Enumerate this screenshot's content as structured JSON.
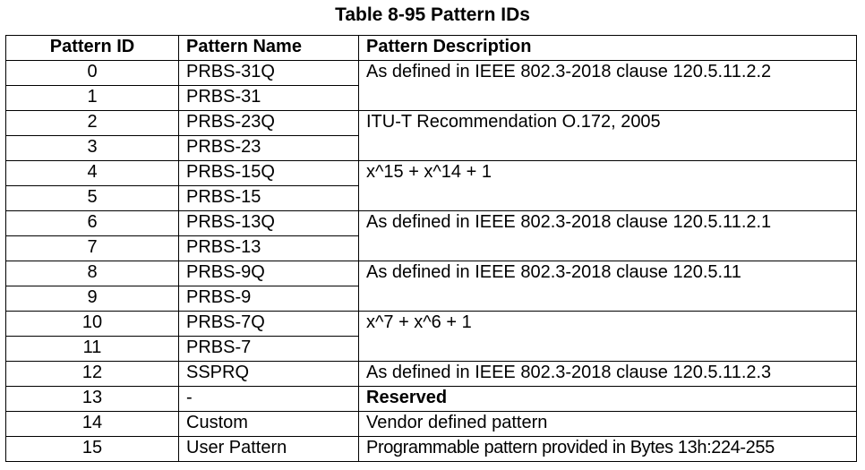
{
  "title": "Table 8-95 Pattern IDs",
  "headers": {
    "id": "Pattern ID",
    "name": "Pattern Name",
    "description": "Pattern Description"
  },
  "rows": [
    {
      "id": "0",
      "name": "PRBS-31Q"
    },
    {
      "id": "1",
      "name": "PRBS-31"
    },
    {
      "id": "2",
      "name": "PRBS-23Q"
    },
    {
      "id": "3",
      "name": "PRBS-23"
    },
    {
      "id": "4",
      "name": "PRBS-15Q"
    },
    {
      "id": "5",
      "name": "PRBS-15"
    },
    {
      "id": "6",
      "name": "PRBS-13Q"
    },
    {
      "id": "7",
      "name": "PRBS-13"
    },
    {
      "id": "8",
      "name": "PRBS-9Q"
    },
    {
      "id": "9",
      "name": "PRBS-9"
    },
    {
      "id": "10",
      "name": "PRBS-7Q"
    },
    {
      "id": "11",
      "name": "PRBS-7"
    },
    {
      "id": "12",
      "name": "SSPRQ"
    },
    {
      "id": "13",
      "name": "-"
    },
    {
      "id": "14",
      "name": "Custom"
    },
    {
      "id": "15",
      "name": "User Pattern"
    }
  ],
  "descriptions": [
    "As defined in IEEE 802.3-2018 clause 120.5.11.2.2",
    "ITU-T Recommendation O.172, 2005",
    "x^15 + x^14 + 1",
    "As defined in IEEE 802.3-2018 clause 120.5.11.2.1",
    "As defined in IEEE 802.3-2018 clause 120.5.11",
    "x^7 + x^6 + 1",
    "As defined in IEEE 802.3-2018 clause 120.5.11.2.3",
    "Reserved",
    "Vendor defined pattern",
    "Programmable pattern provided in Bytes 13h:224-255"
  ]
}
